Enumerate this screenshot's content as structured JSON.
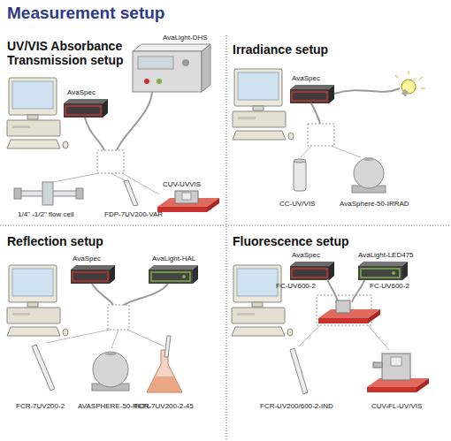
{
  "diagram": {
    "title": "Measurement setup",
    "labels": [
      "UV/VIS Absorbance Transmission setup",
      "AvaSpec",
      "AvaLight-DHS",
      "1/4\" -1/2\" flow cell",
      "FDP-7UV200-VAR",
      "CUV-UVVIS",
      "Irradiance setup",
      "AvaSpec",
      "CC-UV/VIS",
      "AvaSphere-50-IRRAD",
      "Reflection setup",
      "AvaSpec",
      "AvaLight-HAL",
      "FCR-7UV200-2",
      "AVASPHERE-50-REFL",
      "FCR-7UV200-2-45",
      "Fluorescence setup",
      "AvaSpec",
      "AvaLight-LED475",
      "FC-UV600-2",
      "FC-UV600-2",
      "FCR-UV200/600-2-IND",
      "CUV-FL-UV/VIS"
    ]
  }
}
